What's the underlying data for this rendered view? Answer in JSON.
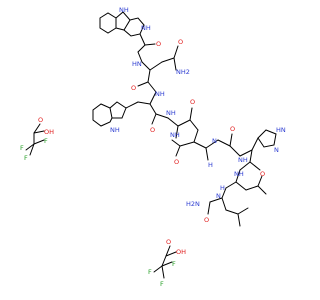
{
  "structure": {
    "atom_labels": {
      "NH": "NH",
      "HN": "HN",
      "H": "H",
      "N": "N",
      "O": "O",
      "NH2": "NH2",
      "H2N": "H2N",
      "F": "F",
      "OH": "OH",
      "HO": "HO"
    },
    "colors": {
      "bond": "#000000",
      "nitrogen": "#2b3bd1",
      "oxygen": "#e01b1b",
      "fluorine": "#2aa02a"
    }
  }
}
